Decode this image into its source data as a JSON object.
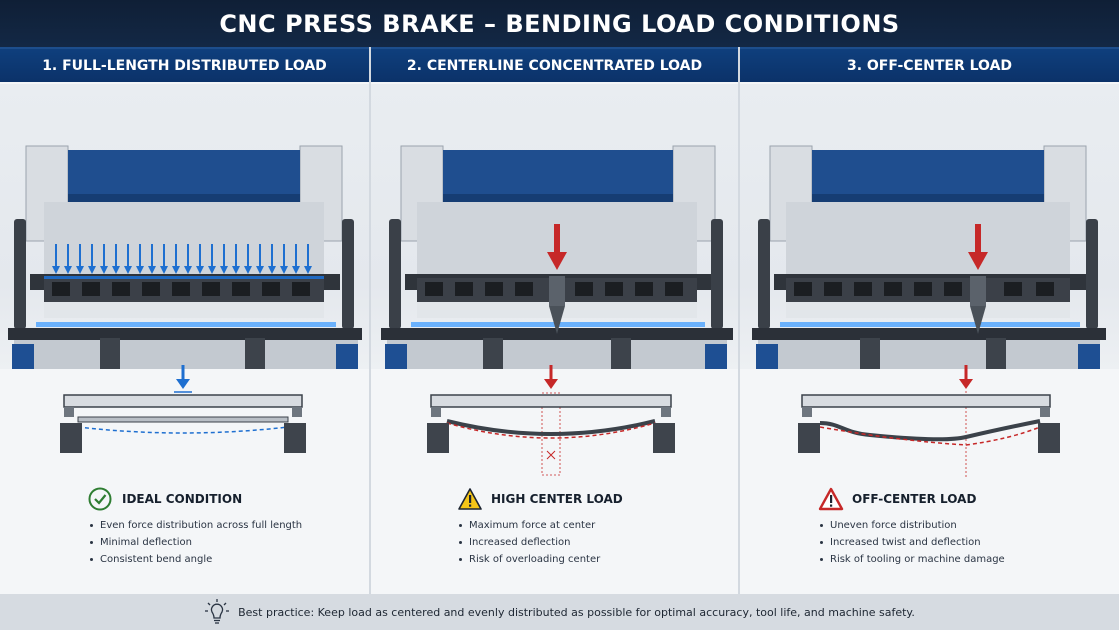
{
  "header": {
    "title": "CNC PRESS BRAKE – BENDING LOAD CONDITIONS"
  },
  "colors": {
    "title_bg": "#0f1f36",
    "panel_header_bg": "#0f3f7d",
    "good": "#2e7d32",
    "warning": "#e0a800",
    "danger": "#c62828",
    "load_blue": "#1e6fd0",
    "load_red": "#c62828"
  },
  "panels": [
    {
      "heading": "1. FULL-LENGTH DISTRIBUTED LOAD",
      "condition_title": "IDEAL CONDITION",
      "condition_icon": "check-circle-icon",
      "bullets": [
        "Even force distribution across full length",
        "Minimal deflection",
        "Consistent bend angle"
      ]
    },
    {
      "heading": "2. CENTERLINE CONCENTRATED LOAD",
      "condition_title": "HIGH CENTER LOAD",
      "condition_icon": "warning-triangle-icon",
      "bullets": [
        "Maximum force at center",
        "Increased deflection",
        "Risk of overloading center"
      ]
    },
    {
      "heading": "3. OFF-CENTER LOAD",
      "condition_title": "OFF-CENTER LOAD",
      "condition_icon": "danger-triangle-icon",
      "bullets": [
        "Uneven force distribution",
        "Increased twist and deflection",
        "Risk of tooling or machine damage"
      ]
    }
  ],
  "footer": {
    "text": "Best practice: Keep load as centered and evenly distributed as possible for optimal accuracy, tool life, and machine safety.",
    "icon": "lightbulb-icon"
  }
}
